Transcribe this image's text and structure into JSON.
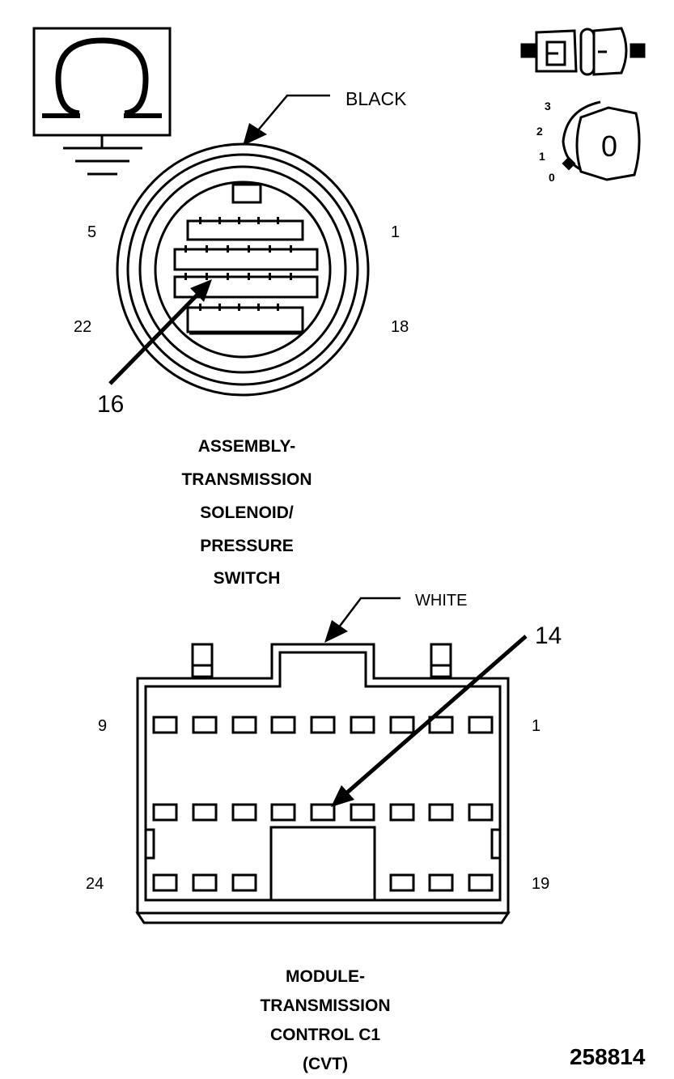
{
  "symbols": {
    "ohmmeter_icon": "ohmmeter-symbol",
    "connector_icon": "connector-probe",
    "ignition_icon": "ignition-key",
    "ignition_positions": [
      "3",
      "2",
      "1",
      "0"
    ],
    "ignition_key_value": "0"
  },
  "connector1": {
    "color_label": "BLACK",
    "pin_labels": {
      "top_left": "5",
      "top_right": "1",
      "bottom_left": "22",
      "bottom_right": "18"
    },
    "callout_pin": "16",
    "title_lines": [
      "ASSEMBLY-",
      "TRANSMISSION",
      "SOLENOID/",
      "PRESSURE",
      "SWITCH"
    ]
  },
  "connector2": {
    "color_label": "WHITE",
    "pin_labels": {
      "top_left": "9",
      "top_right": "1",
      "bottom_left": "24",
      "bottom_right": "19"
    },
    "callout_pin": "14",
    "title_lines": [
      "MODULE-",
      "TRANSMISSION",
      "CONTROL C1",
      "(CVT)"
    ]
  },
  "figure_number": "258814"
}
